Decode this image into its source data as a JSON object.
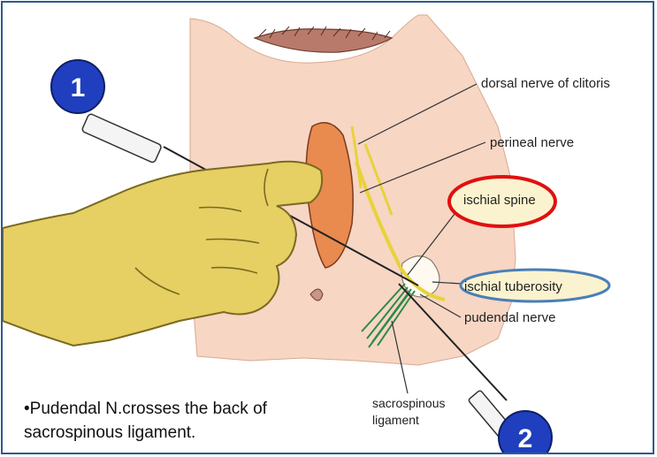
{
  "badges": {
    "first": "1",
    "second": "2"
  },
  "labels": {
    "dorsal_nerve": "dorsal nerve of clitoris",
    "perineal_nerve": "perineal nerve",
    "ischial_spine": "ischial spine",
    "ischial_tuberosity": "ischial tuberosity",
    "pudendal_nerve": "pudendal nerve",
    "sacrospinous_line1": "sacrospinous",
    "sacrospinous_line2": "ligament"
  },
  "note": {
    "line1": "•Pudendal N.crosses the back of",
    "line2": "sacrospinous ligament."
  },
  "colors": {
    "frame": "#2f5a8c",
    "badge_fill": "#1f3fbf",
    "spine_ring": "#e01010",
    "tuberosity_ring": "#4a7fb5",
    "highlight_fill": "#fbf3cf",
    "skin": "#f7d6c4",
    "glove": "#e6cf63"
  }
}
